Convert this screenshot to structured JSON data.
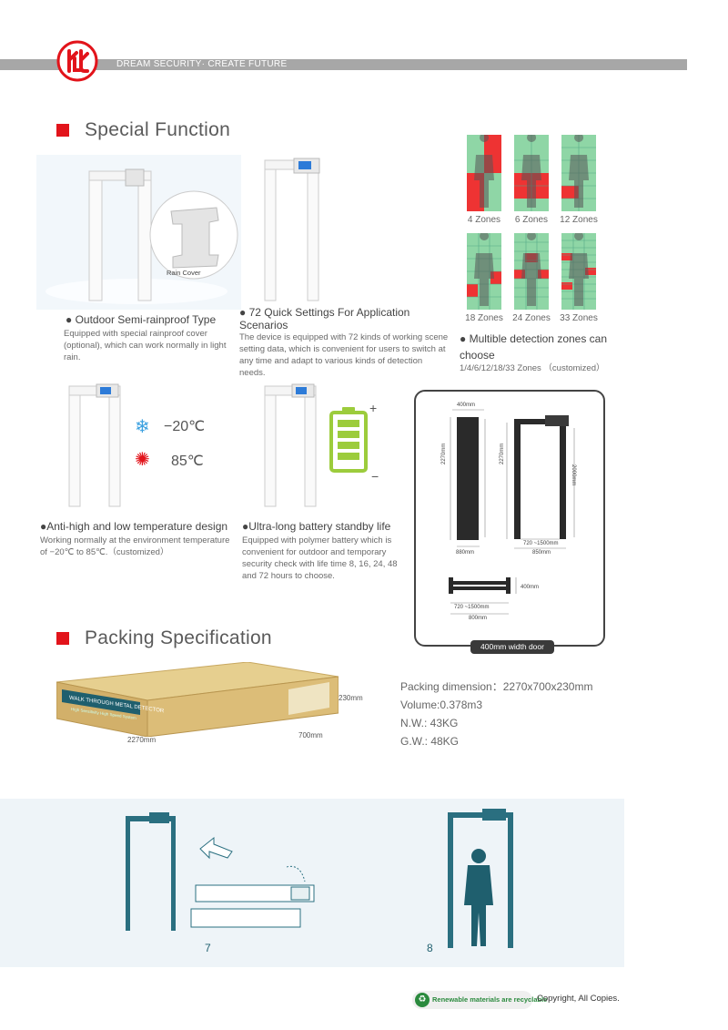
{
  "header": {
    "tagline": "DREAM SECURITY· CREATE FUTURE"
  },
  "special": {
    "title": "Special Function",
    "rain_cover_label": "Rain Cover",
    "f1": {
      "title": "Outdoor Semi-rainproof Type",
      "text": "Equipped with special rainproof cover (optional), which can work normally in light rain."
    },
    "f2": {
      "title": "72 Quick Settings For Application Scenarios",
      "text": "The device is equipped with 72 kinds of working scene setting data, which is convenient for users  to switch at any time and adapt to various kinds of detection needs."
    },
    "f3": {
      "title": "Multible detection zones can choose",
      "text": "1/4/6/12/18/33 Zones  （customized）"
    },
    "zones": [
      "4 Zones",
      "6 Zones",
      "12 Zones",
      "18 Zones",
      "24 Zones",
      "33 Zones"
    ],
    "temp_low": "−20℃",
    "temp_high": "85℃",
    "f4": {
      "title": "Anti-high and low temperature design",
      "text": "Working normally at the environment temperature of −20℃ to 85℃.（customized）"
    },
    "f5": {
      "title": "Ultra-long battery standby life",
      "text": "Equipped with polymer battery which is convenient for outdoor and temporary security check with life time 8, 16, 24, 48 and 72 hours to choose."
    },
    "battery_plus": "+",
    "battery_minus": "−"
  },
  "dimensions": {
    "d400": "400mm",
    "d2270a": "2270mm",
    "d2270b": "2270mm",
    "d2000": "2000mm",
    "d880": "880mm",
    "d720": "720 ~1500mm",
    "d850": "850mm",
    "d400b": "400mm",
    "d720b": "720 ~1500mm",
    "d800": "800mm",
    "caption": "400mm width door"
  },
  "packing": {
    "title": "Packing Specification",
    "box_label": "WALK THROUGH METAL DETECTOR",
    "box_sub": "High Sensitivity High Speed System",
    "len": "2270mm",
    "wid": "700mm",
    "hei": "230mm",
    "lines": [
      "Packing dimension：2270x700x230mm",
      "Volume:0.378m3",
      "N.W.: 43KG",
      "G.W.: 48KG"
    ]
  },
  "steps": [
    "7",
    "8"
  ],
  "footer": {
    "badge": "Renewable materials are recyclable",
    "copyright": "Copyright, All Copies."
  },
  "colors": {
    "brand_red": "#e2141b",
    "gate_teal": "#2a6f80",
    "zone_green": "#8fd6a6"
  }
}
